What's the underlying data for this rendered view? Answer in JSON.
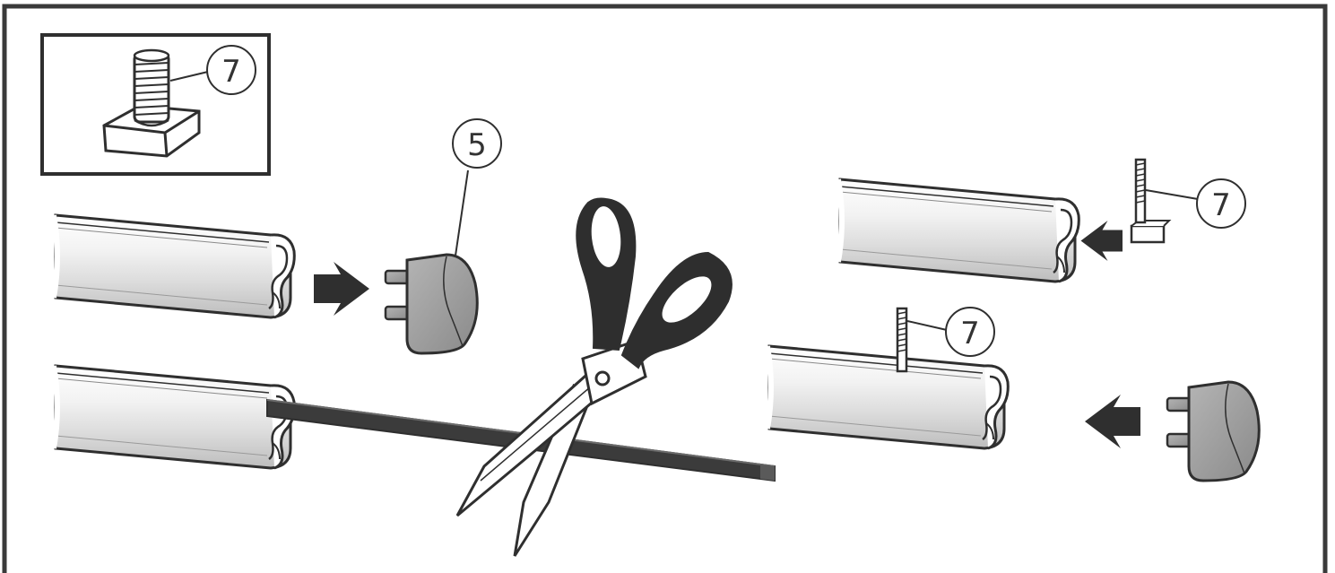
{
  "colors": {
    "frame": "#3a3a3a",
    "ink": "#2f2f2f",
    "rail_highlight": "#f4f4f4",
    "rail_shade": "#cfcfcf",
    "end_cap": "#9a9a9a",
    "rubber_strip": "#3b3b3b",
    "scissor_handle": "#2e2e2e"
  },
  "callouts": {
    "inset_bolt": "7",
    "end_cap": "5",
    "bolt_side": "7",
    "bolt_top": "7"
  },
  "icons": {
    "inset": "t-bolt-icon",
    "tool": "scissors-icon",
    "direction": "arrow-right-icon",
    "direction_reverse": "arrow-left-icon"
  }
}
